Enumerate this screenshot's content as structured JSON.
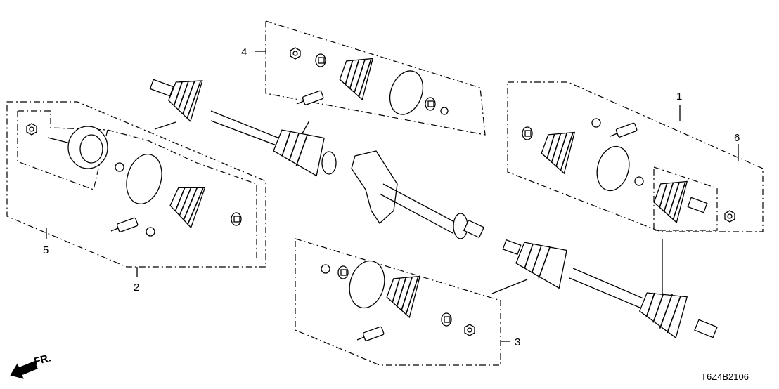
{
  "diagram": {
    "callouts": {
      "p1": "1",
      "p2": "2",
      "p3": "3",
      "p4": "4",
      "p5": "5",
      "p6": "6"
    },
    "direction_label": "FR.",
    "diagram_code": "T6Z4B2106"
  }
}
